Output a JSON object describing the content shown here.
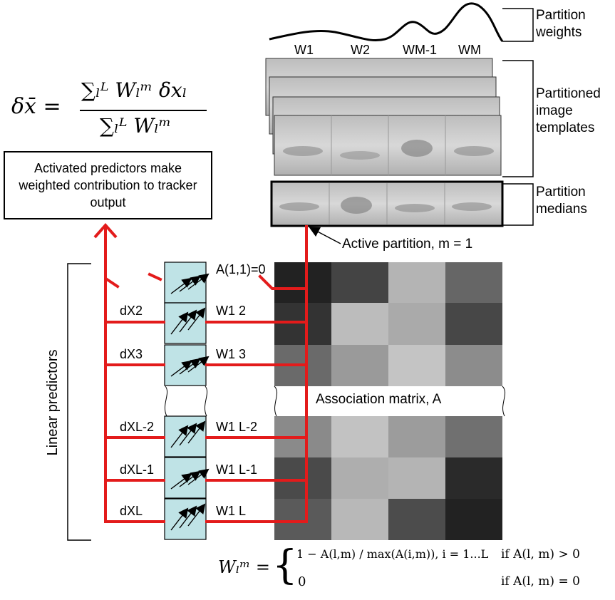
{
  "top_equation": {
    "lhs": "δx̄ =",
    "numerator": "∑ₗᴸ Wₗᵐ δxₗ",
    "denominator": "∑ₗᴸ Wₗᵐ"
  },
  "output_box": "Activated predictors make weighted contribution to tracker output",
  "partition_labels": [
    "W1",
    "W2",
    "WM-1",
    "WM"
  ],
  "side_labels": {
    "weights": [
      "Partition",
      "weights"
    ],
    "templates": [
      "Partitioned",
      "image",
      "templates"
    ],
    "medians": [
      "Partition",
      "medians"
    ]
  },
  "active_partition": "Active partition, m = 1",
  "a11_label": "A(1,1)=0",
  "association_label": "Association matrix, A",
  "linear_predictors_label": "Linear predictors",
  "dx_labels": [
    "dX2",
    "dX3",
    "dXL-2",
    "dXL-1",
    "dXL"
  ],
  "w_labels": [
    "W1 2",
    "W1 3",
    "W1 L-2",
    "W1 L-1",
    "W1 L"
  ],
  "bottom_equation": {
    "lhs": "Wₗᵐ =",
    "case1_expr": "1 − A(l,m) / max(A(i,m)), i = 1...L",
    "case1_cond": "if A(l, m) > 0",
    "case2_expr": "0",
    "case2_cond": "if A(l, m) = 0"
  },
  "matrix_gray": [
    [
      "#222222",
      "#444444",
      "#b4b4b4",
      "#666666"
    ],
    [
      "#333333",
      "#bcbcbc",
      "#aaaaaa",
      "#474747"
    ],
    [
      "#6a6a6a",
      "#9a9a9a",
      "#c4c4c4",
      "#8c8c8c"
    ],
    [
      "#8a8a8a",
      "#c2c2c2",
      "#9c9c9c",
      "#707070"
    ],
    [
      "#4a4a4a",
      "#aeaeae",
      "#b4b4b4",
      "#2a2a2a"
    ],
    [
      "#5a5a5a",
      "#b8b8b8",
      "#4c4c4c",
      "#222222"
    ]
  ],
  "colors": {
    "red": "#e31b1b",
    "predictor_fill": "#bfe3e6"
  }
}
